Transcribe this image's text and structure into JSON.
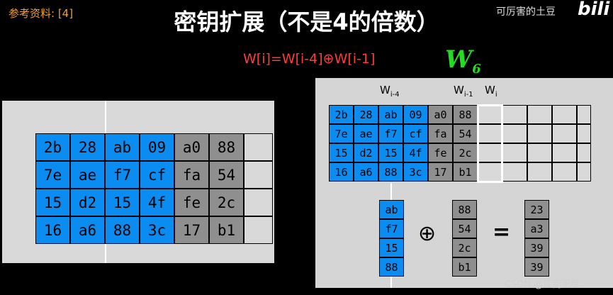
{
  "header": {
    "reference": "参考资料: [4]",
    "title": "密钥扩展（不是4的倍数）",
    "watermark": "可厉害的土豆",
    "logo": "bilibili",
    "formula": "W[i]=W[i-4]⊕W[i-1]",
    "annotation_main": "W",
    "annotation_sub": "6"
  },
  "colors": {
    "blue": "#0a8cf0",
    "gray": "#8f8f8f",
    "panel": "#d9d9d9",
    "formula": "#ff3b3b",
    "annotation": "#22dd22"
  },
  "key_matrix": [
    [
      "2b",
      "28",
      "ab",
      "09",
      "a0",
      "88"
    ],
    [
      "7e",
      "ae",
      "f7",
      "cf",
      "fa",
      "54"
    ],
    [
      "15",
      "d2",
      "15",
      "4f",
      "fe",
      "2c"
    ],
    [
      "16",
      "a6",
      "88",
      "3c",
      "17",
      "b1"
    ]
  ],
  "labels": {
    "w_i4": {
      "base": "W",
      "sub": "i-4"
    },
    "w_i1": {
      "base": "W",
      "sub": "i-1"
    },
    "w_i": {
      "base": "W",
      "sub": "i"
    }
  },
  "operation": {
    "operand_a": [
      "ab",
      "f7",
      "15",
      "88"
    ],
    "operand_b": [
      "88",
      "54",
      "2c",
      "b1"
    ],
    "result": [
      "23",
      "a3",
      "39",
      "39"
    ],
    "xor_symbol": "⊕",
    "equals_symbol": "="
  },
  "footer": {
    "credit": "CSDN @江南无尽"
  }
}
